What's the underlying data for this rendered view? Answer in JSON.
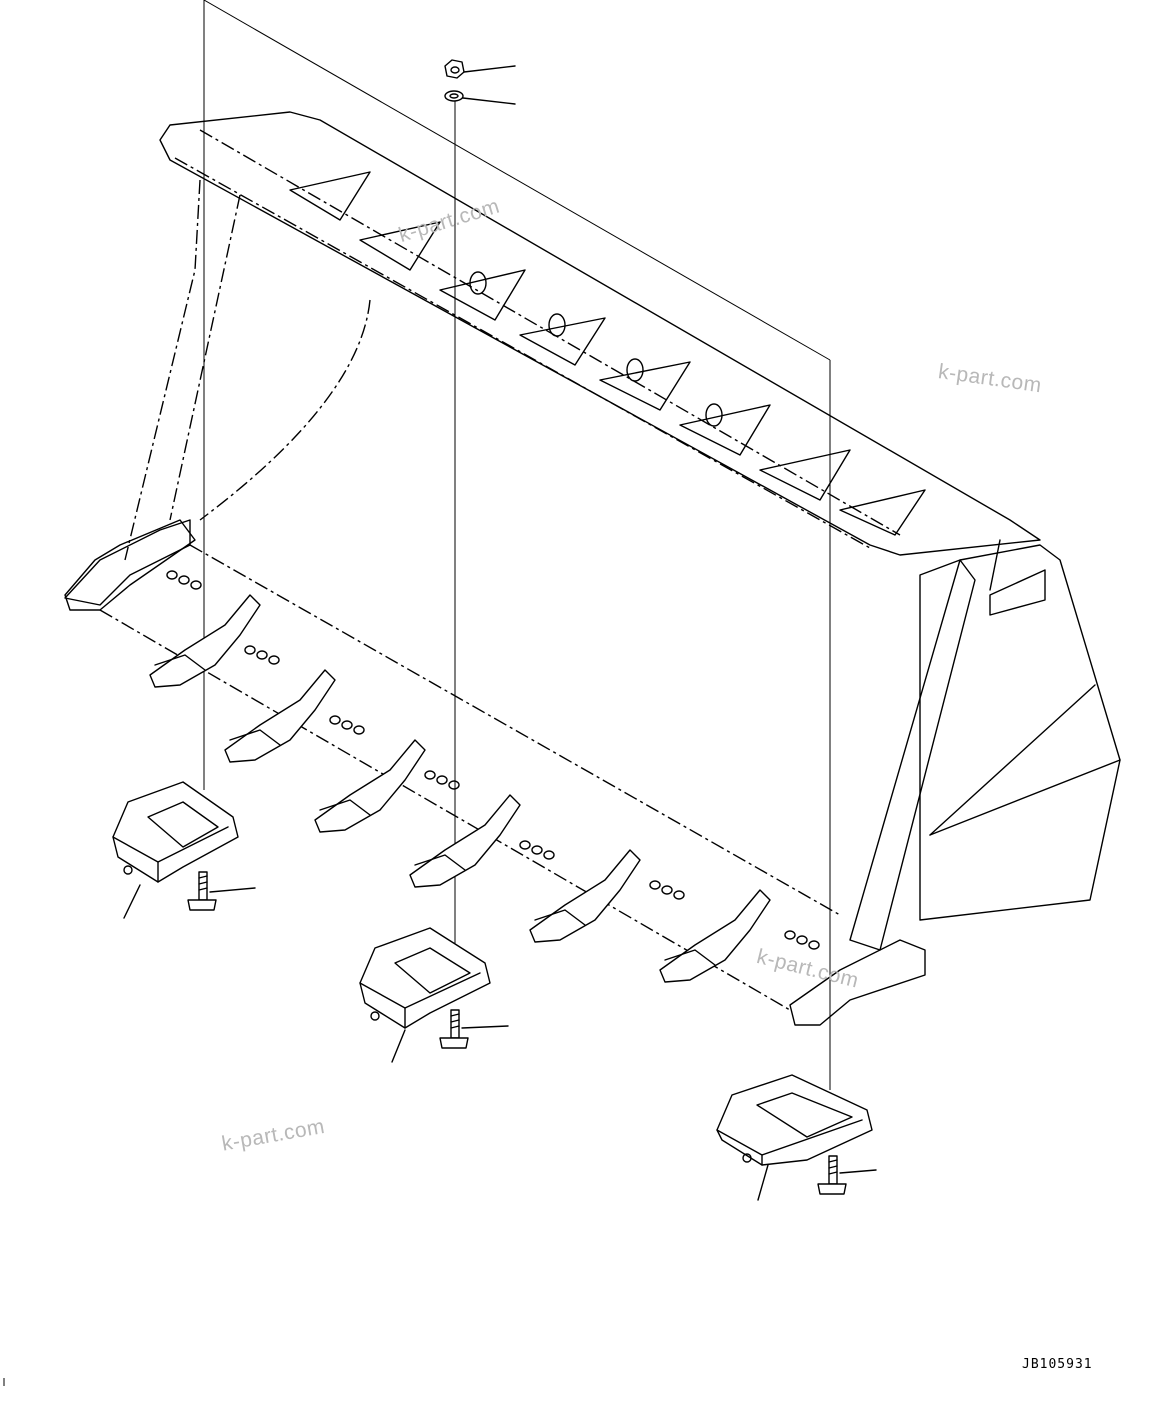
{
  "diagram": {
    "drawing_code": "JB105931",
    "watermark_text": "k-part.com",
    "parts": [
      {
        "name": "nut",
        "icon": "hex-nut-icon"
      },
      {
        "name": "washer",
        "icon": "washer-icon"
      },
      {
        "name": "bucket",
        "icon": "bucket-icon"
      },
      {
        "name": "tooth",
        "icon": "bucket-tooth-icon"
      },
      {
        "name": "wear-shoe",
        "icon": "wear-shoe-icon"
      },
      {
        "name": "bolt",
        "icon": "bolt-icon"
      }
    ]
  }
}
